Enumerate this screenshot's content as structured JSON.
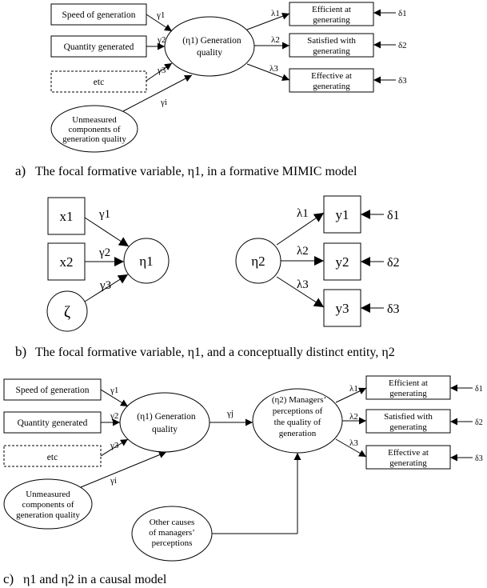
{
  "panel_a": {
    "inputs": [
      "Speed of generation",
      "Quantity generated",
      "etc"
    ],
    "disturbance": [
      "Unmeasured",
      "components of",
      "generation quality"
    ],
    "gammas": [
      "γ1",
      "γ2",
      "γ3",
      "γi"
    ],
    "construct": [
      "(η1)  Generation",
      "quality"
    ],
    "outputs": [
      [
        "Efficient  at",
        "generating"
      ],
      [
        "Satisfied  with",
        "generating"
      ],
      [
        "Effective  at",
        "generating"
      ]
    ],
    "lambdas": [
      "λ1",
      "λ2",
      "λ3"
    ],
    "deltas": [
      "δ1",
      "δ2",
      "δ3"
    ],
    "caption_letter": "a)",
    "caption": "The focal formative variable, η1, in a formative MIMIC model"
  },
  "panel_b": {
    "x": [
      "x1",
      "x2"
    ],
    "zeta": "ζ",
    "gammas": [
      "γ1",
      "γ2",
      "γ3"
    ],
    "eta1": "η1",
    "eta2": "η2",
    "lambdas": [
      "λ1",
      "λ2",
      "λ3"
    ],
    "y": [
      "y1",
      "y2",
      "y3"
    ],
    "deltas": [
      "δ1",
      "δ2",
      "δ3"
    ],
    "caption_letter": "b)",
    "caption": "The focal formative variable, η1, and a conceptually distinct entity, η2"
  },
  "panel_c": {
    "inputs": [
      "Speed of generation",
      "Quantity generated",
      "etc"
    ],
    "disturbance": [
      "Unmeasured",
      "components of",
      "generation quality"
    ],
    "gammas": [
      "γ1",
      "γ2",
      "γ3",
      "γi"
    ],
    "eta1": [
      "(η1)  Generation",
      "quality"
    ],
    "gamma_j": "γj",
    "eta2": [
      "(η2)  Managers’",
      "perceptions of",
      "the quality of",
      "generation"
    ],
    "other": [
      "Other causes",
      "of managers’",
      "perceptions"
    ],
    "outputs": [
      [
        "Efficient at",
        "generating"
      ],
      [
        "Satisfied with",
        "generating"
      ],
      [
        "Effective  at",
        "generating"
      ]
    ],
    "lambdas": [
      "λ1",
      "λ2",
      "λ3"
    ],
    "deltas": [
      "δ1",
      "δ2",
      "δ3"
    ],
    "caption_letter": "c)",
    "caption": "η1 and η2 in a causal model"
  }
}
